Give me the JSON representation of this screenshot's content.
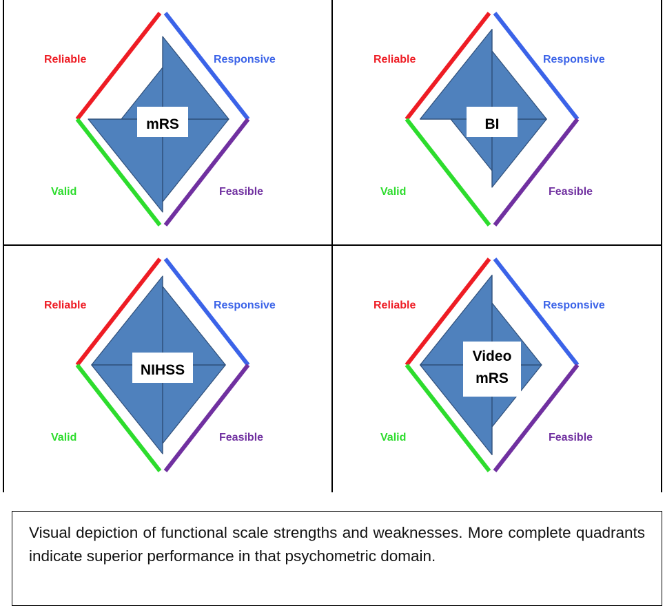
{
  "axes": [
    {
      "key": "reliable",
      "label": "Reliable",
      "color": "#ee1c24"
    },
    {
      "key": "responsive",
      "label": "Responsive",
      "color": "#3b63e8"
    },
    {
      "key": "valid",
      "label": "Valid",
      "color": "#2ddc2d"
    },
    {
      "key": "feasible",
      "label": "Feasible",
      "color": "#7030a0"
    }
  ],
  "fill_color": "#4f81bd",
  "panels": [
    {
      "name": "mRS",
      "label_lines": [
        "mRS"
      ],
      "scores": {
        "reliable": 0.5,
        "responsive": 0.8,
        "valid": 0.9,
        "feasible": 0.8
      }
    },
    {
      "name": "BI",
      "label_lines": [
        "BI"
      ],
      "scores": {
        "reliable": 0.87,
        "responsive": 0.66,
        "valid": 0.5,
        "feasible": 0.66
      }
    },
    {
      "name": "NIHSS",
      "label_lines": [
        "NIHSS"
      ],
      "scores": {
        "reliable": 0.86,
        "responsive": 0.76,
        "valid": 0.86,
        "feasible": 0.76
      }
    },
    {
      "name": "Video mRS",
      "label_lines": [
        "Video",
        "mRS"
      ],
      "scores": {
        "reliable": 0.87,
        "responsive": 0.6,
        "valid": 0.87,
        "feasible": 0.6
      }
    }
  ],
  "caption": "Visual depiction of functional scale strengths and weaknesses.  More complete quadrants indicate superior performance in that psychometric domain."
}
